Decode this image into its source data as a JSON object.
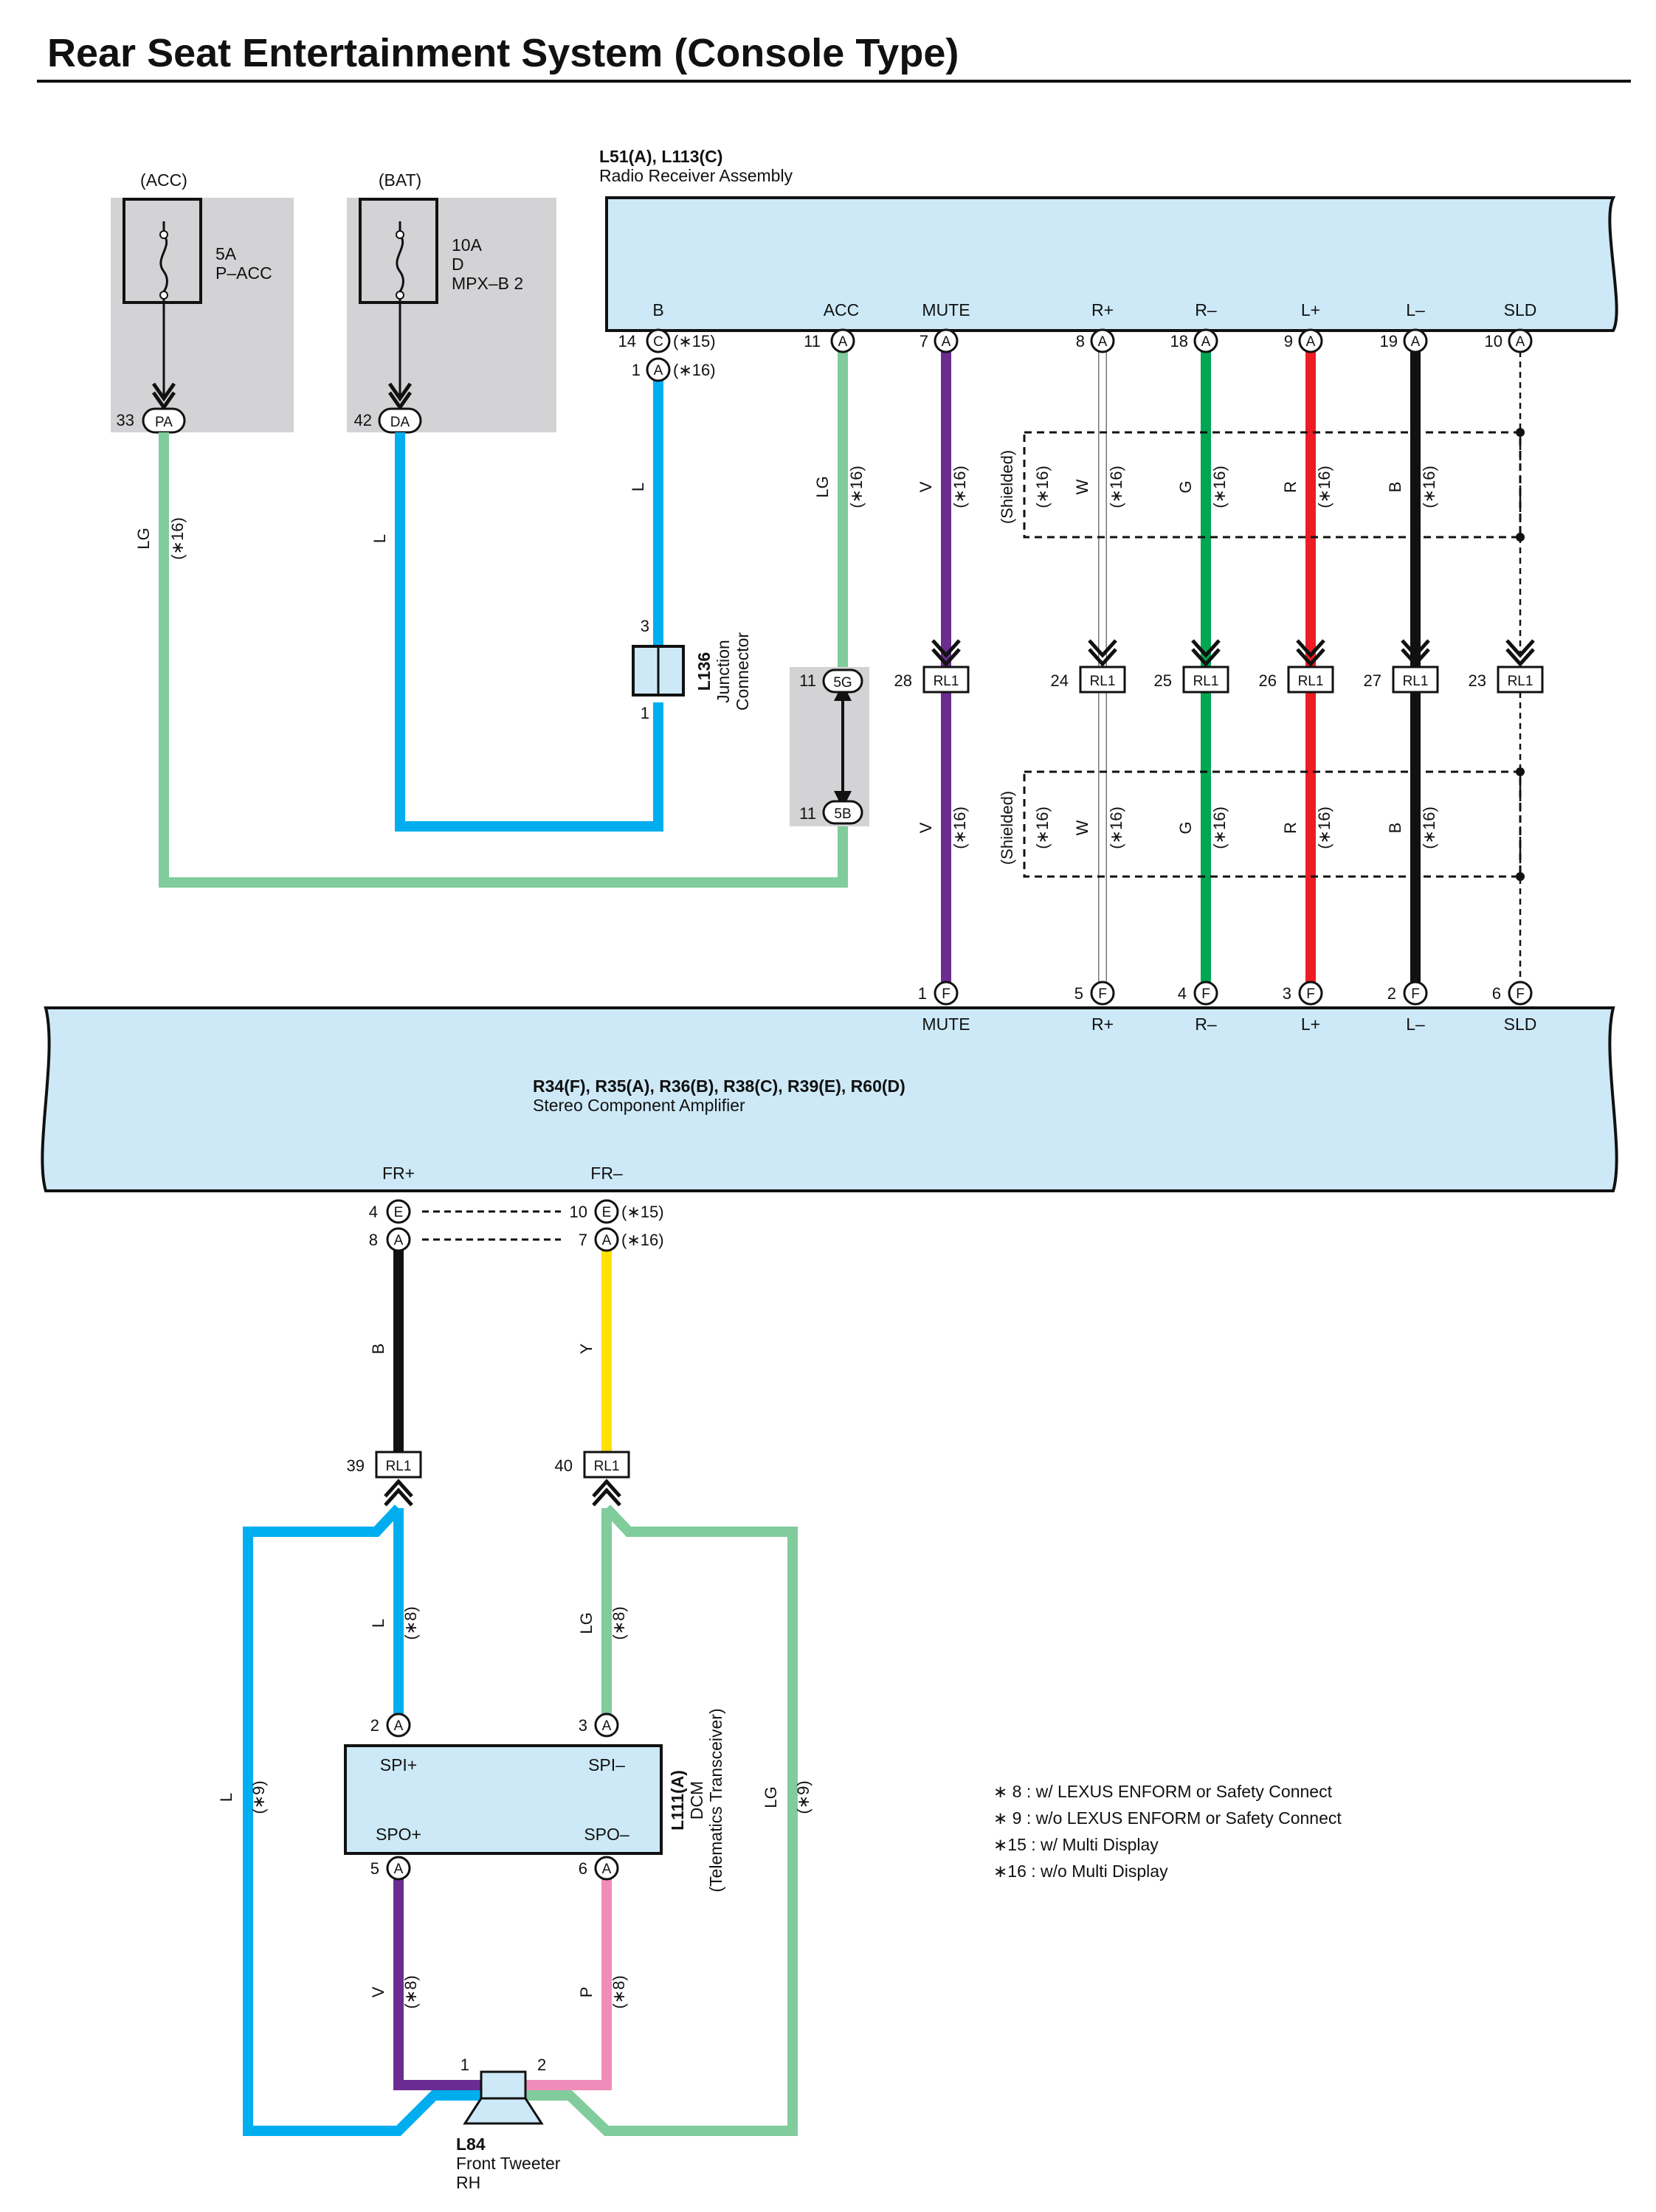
{
  "title": "Rear Seat Entertainment System (Console Type)",
  "fuses": {
    "acc": {
      "source": "(ACC)",
      "amp": "5A",
      "name": "P–ACC",
      "pin": "33",
      "conn": "PA"
    },
    "bat": {
      "source": "(BAT)",
      "amp": "10A",
      "letter": "D",
      "name": "MPX–B 2",
      "pin": "42",
      "conn": "DA"
    }
  },
  "radio": {
    "codes": "L51(A), L113(C)",
    "name": "Radio Receiver Assembly",
    "terminals": {
      "b": "B",
      "acc": "ACC",
      "mute": "MUTE",
      "rp": "R+",
      "rm": "R–",
      "lp": "L+",
      "lm": "L–",
      "sld": "SLD"
    },
    "pins": {
      "b1": "14",
      "b1_conn": "C",
      "b1_note": "(∗15)",
      "b2": "1",
      "b2_conn": "A",
      "b2_note": "(∗16)",
      "acc": "11",
      "mute": "7",
      "rp": "8",
      "rm": "18",
      "lp": "9",
      "lm": "19",
      "sld": "10",
      "conn": "A"
    }
  },
  "junction": {
    "code": "L136",
    "name1": "Junction",
    "name2": "Connector",
    "pin_top": "3",
    "pin_bottom": "1"
  },
  "joint": {
    "top_pin": "11",
    "top_conn": "5G",
    "bottom_pin": "11",
    "bottom_conn": "5B"
  },
  "wires": {
    "lg": "LG",
    "l": "L",
    "v": "V",
    "w": "W",
    "g": "G",
    "r": "R",
    "b": "B",
    "y": "Y",
    "p": "P",
    "n16": "(∗16)",
    "n8": "(∗8)",
    "n9": "(∗9)",
    "shielded": "(Shielded)"
  },
  "rl1": {
    "label": "RL1",
    "mute": "28",
    "rp": "24",
    "rm": "25",
    "lp": "26",
    "lm": "27",
    "sld": "23",
    "frp": "39",
    "frm": "40"
  },
  "amp": {
    "codes": "R34(F), R35(A), R36(B), R38(C), R39(E), R60(D)",
    "name": "Stereo Component Amplifier",
    "top_pins": {
      "mute": "1",
      "rp": "5",
      "rm": "4",
      "lp": "3",
      "lm": "2",
      "sld": "6",
      "conn": "F"
    },
    "top_labels": {
      "mute": "MUTE",
      "rp": "R+",
      "rm": "R–",
      "lp": "L+",
      "lm": "L–",
      "sld": "SLD"
    },
    "bottom_labels": {
      "frp": "FR+",
      "frm": "FR–"
    },
    "bottom_pins": {
      "frp1": "4",
      "frp1_conn": "E",
      "frp2": "8",
      "frp2_conn": "A",
      "frm1": "10",
      "frm1_conn": "E",
      "frm1_note": "(∗15)",
      "frm2": "7",
      "frm2_conn": "A",
      "frm2_note": "(∗16)"
    }
  },
  "dcm": {
    "code": "L111(A)",
    "name1": "DCM",
    "name2": "(Telematics Transceiver)",
    "spip": "SPI+",
    "spim": "SPI–",
    "spop": "SPO+",
    "spom": "SPO–",
    "pin_spip": "2",
    "pin_spim": "3",
    "pin_spop": "5",
    "pin_spom": "6",
    "conn": "A"
  },
  "tweeter": {
    "code": "L84",
    "name1": "Front Tweeter",
    "name2": "RH",
    "pin1": "1",
    "pin2": "2"
  },
  "notes": [
    "∗ 8 : w/ LEXUS ENFORM or Safety Connect",
    "∗ 9 : w/o LEXUS ENFORM or Safety Connect",
    "∗15 : w/ Multi Display",
    "∗16 : w/o Multi Display"
  ],
  "colors": {
    "lg": "#80cc9c",
    "l": "#00aeef",
    "v": "#6b2c91",
    "g": "#00a651",
    "r": "#ed1c24",
    "b": "#111111",
    "y": "#ffe000",
    "p": "#f08cba",
    "w": "#ffffff",
    "box": "#cde9f7",
    "fusebg": "#d3d3d5"
  }
}
